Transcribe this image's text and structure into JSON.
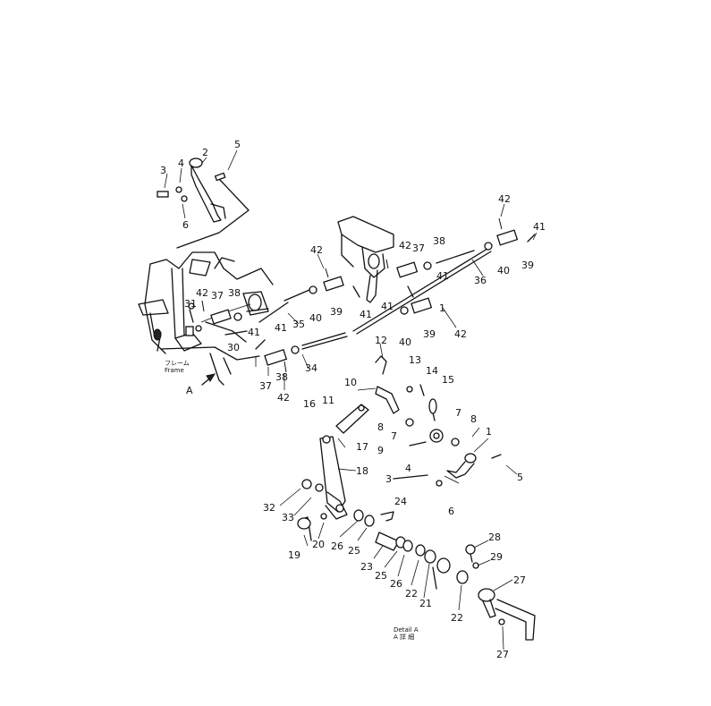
{
  "labels": {
    "p1": "1",
    "p2": "2",
    "p3": "3",
    "p4": "4",
    "p5": "5",
    "p6": "6",
    "p7": "7",
    "p8": "8",
    "p9": "9",
    "p10": "10",
    "p11": "11",
    "p12": "12",
    "p13": "13",
    "p14": "14",
    "p15": "15",
    "p16": "16",
    "p17": "17",
    "p18": "18",
    "p19": "19",
    "p20": "20",
    "p21": "21",
    "p22": "22",
    "p23": "23",
    "p24": "24",
    "p25": "25",
    "p26": "26",
    "p27": "27",
    "p28": "28",
    "p29": "29",
    "p30": "30",
    "p31": "31",
    "p32": "32",
    "p33": "33",
    "p34": "34",
    "p35": "35",
    "p36": "36",
    "p37": "37",
    "p38": "38",
    "p39": "39",
    "p40": "40",
    "p41": "41",
    "p42": "42"
  },
  "frame_label": {
    "jp": "フレーム",
    "en": "Frame"
  },
  "view_arrow": "A",
  "detail": {
    "title": "Detail A",
    "sub": "A 詳 細"
  }
}
